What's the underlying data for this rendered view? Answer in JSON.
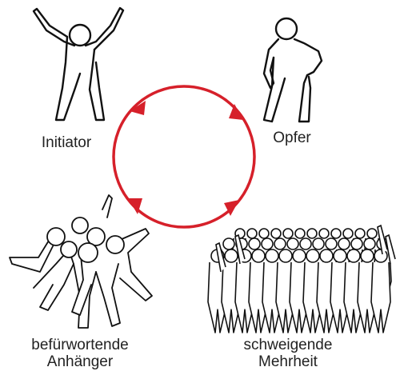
{
  "diagram": {
    "title": "",
    "nodes": [
      {
        "id": "initiator",
        "label": "Initiator"
      },
      {
        "id": "opfer",
        "label": "Opfer"
      },
      {
        "id": "anhaenger",
        "label_line1": "befürwortende",
        "label_line2": "Anhänger"
      },
      {
        "id": "mehrheit",
        "label_line1": "schweigende",
        "label_line2": "Mehrheit"
      }
    ],
    "cycle": {
      "color": "#d6202a",
      "arrow_count": 4,
      "direction": "clockwise"
    },
    "icons": [
      "person-arms-raised-icon",
      "person-hand-on-hip-icon",
      "supporter-group-icon",
      "crowd-icon"
    ]
  }
}
